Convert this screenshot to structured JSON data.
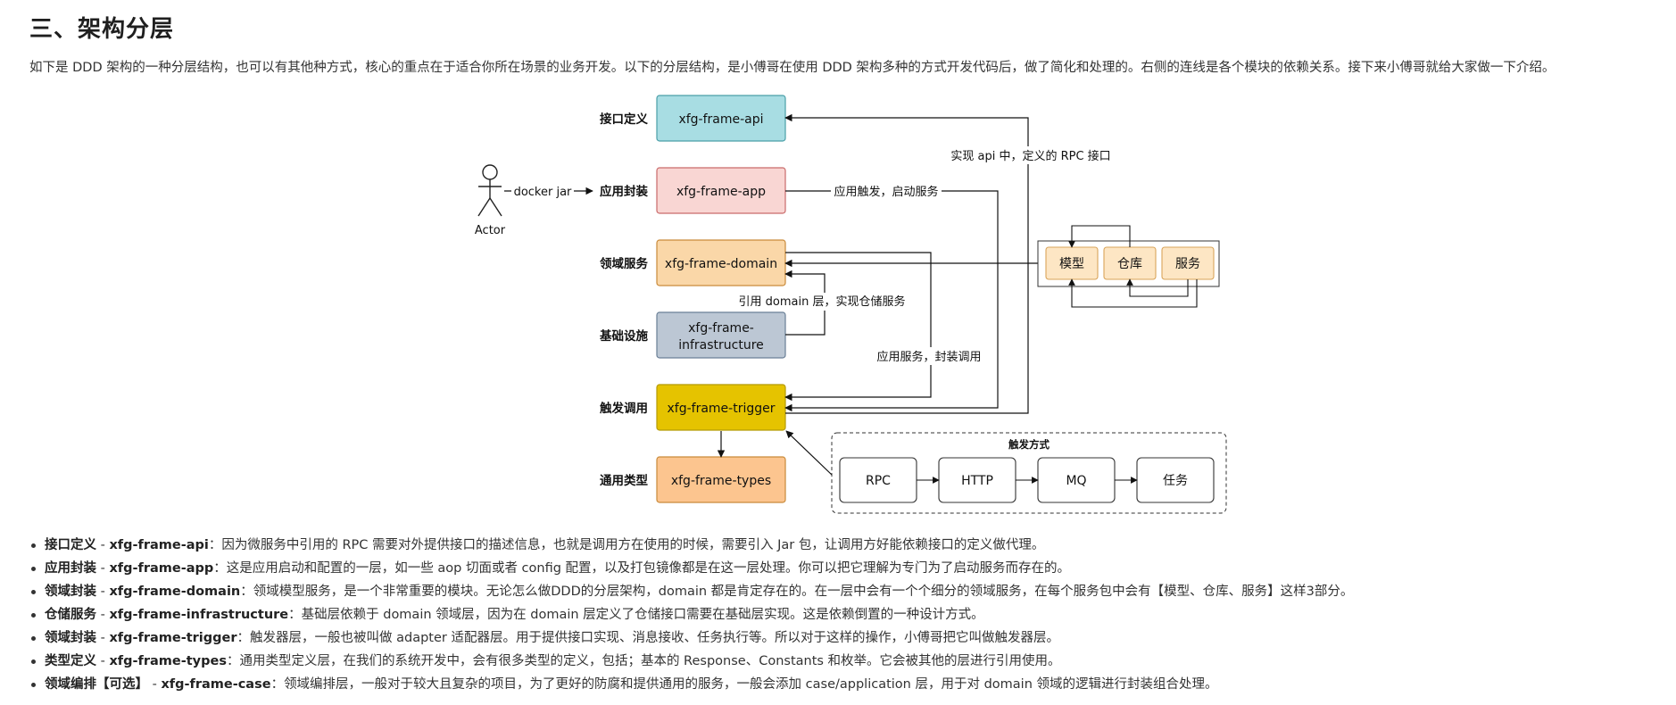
{
  "heading": "三、架构分层",
  "intro": "如下是 DDD 架构的一种分层结构，也可以有其他种方式，核心的重点在于适合你所在场景的业务开发。以下的分层结构，是小傅哥在使用 DDD 架构多种的方式开发代码后，做了简化和处理的。右侧的连线是各个模块的依赖关系。接下来小傅哥就给大家做一下介绍。",
  "diagram": {
    "actor_label": "Actor",
    "actor_edge_label": "docker jar",
    "layers": [
      {
        "label": "接口定义",
        "module": "xfg-frame-api",
        "fill": "#a8dde3",
        "stroke": "#4a9fa8"
      },
      {
        "label": "应用封装",
        "module": "xfg-frame-app",
        "fill": "#f9d6d3",
        "stroke": "#c96a6a"
      },
      {
        "label": "领域服务",
        "module": "xfg-frame-domain",
        "fill": "#fad7a8",
        "stroke": "#c98a3a"
      },
      {
        "label": "基础设施",
        "module": "xfg-frame-infrastructure",
        "module_lines": [
          "xfg-frame-",
          "infrastructure"
        ],
        "fill": "#bcc7d4",
        "stroke": "#6a7f96"
      },
      {
        "label": "触发调用",
        "module": "xfg-frame-trigger",
        "fill": "#e5c300",
        "stroke": "#b59a00"
      },
      {
        "label": "通用类型",
        "module": "xfg-frame-types",
        "fill": "#fcc58f",
        "stroke": "#c98a3a"
      }
    ],
    "edge_labels": {
      "api": "实现 api 中，定义的 RPC 接口",
      "app": "应用触发，启动服务",
      "infra": "引用 domain 层，实现仓储服务",
      "trigger": "应用服务，封装调用"
    },
    "domain_parts": [
      "模型",
      "仓库",
      "服务"
    ],
    "domain_part_fill": "#fde6c4",
    "domain_part_stroke": "#d9a45a",
    "trigger_group_title": "触发方式",
    "trigger_modes": [
      "RPC",
      "HTTP",
      "MQ",
      "任务"
    ]
  },
  "bullets": [
    {
      "term": "接口定义",
      "module": "xfg-frame-api",
      "desc": "因为微服务中引用的 RPC 需要对外提供接口的描述信息，也就是调用方在使用的时候，需要引入 Jar 包，让调用方好能依赖接口的定义做代理。"
    },
    {
      "term": "应用封装",
      "module": "xfg-frame-app",
      "desc": "这是应用启动和配置的一层，如一些 aop 切面或者 config 配置，以及打包镜像都是在这一层处理。你可以把它理解为专门为了启动服务而存在的。"
    },
    {
      "term": "领域封装",
      "module": "xfg-frame-domain",
      "desc": "领域模型服务，是一个非常重要的模块。无论怎么做DDD的分层架构，domain 都是肯定存在的。在一层中会有一个个细分的领域服务，在每个服务包中会有【模型、仓库、服务】这样3部分。"
    },
    {
      "term": "仓储服务",
      "module": "xfg-frame-infrastructure",
      "desc": "基础层依赖于 domain 领域层，因为在 domain 层定义了仓储接口需要在基础层实现。这是依赖倒置的一种设计方式。"
    },
    {
      "term": "领域封装",
      "module": "xfg-frame-trigger",
      "desc": "触发器层，一般也被叫做 adapter 适配器层。用于提供接口实现、消息接收、任务执行等。所以对于这样的操作，小傅哥把它叫做触发器层。"
    },
    {
      "term": "类型定义",
      "module": "xfg-frame-types",
      "desc": "通用类型定义层，在我们的系统开发中，会有很多类型的定义，包括；基本的 Response、Constants 和枚举。它会被其他的层进行引用使用。"
    },
    {
      "term": "领域编排【可选】",
      "module": "xfg-frame-case",
      "desc": "领域编排层，一般对于较大且复杂的项目，为了更好的防腐和提供通用的服务，一般会添加 case/application 层，用于对 domain 领域的逻辑进行封装组合处理。"
    }
  ]
}
